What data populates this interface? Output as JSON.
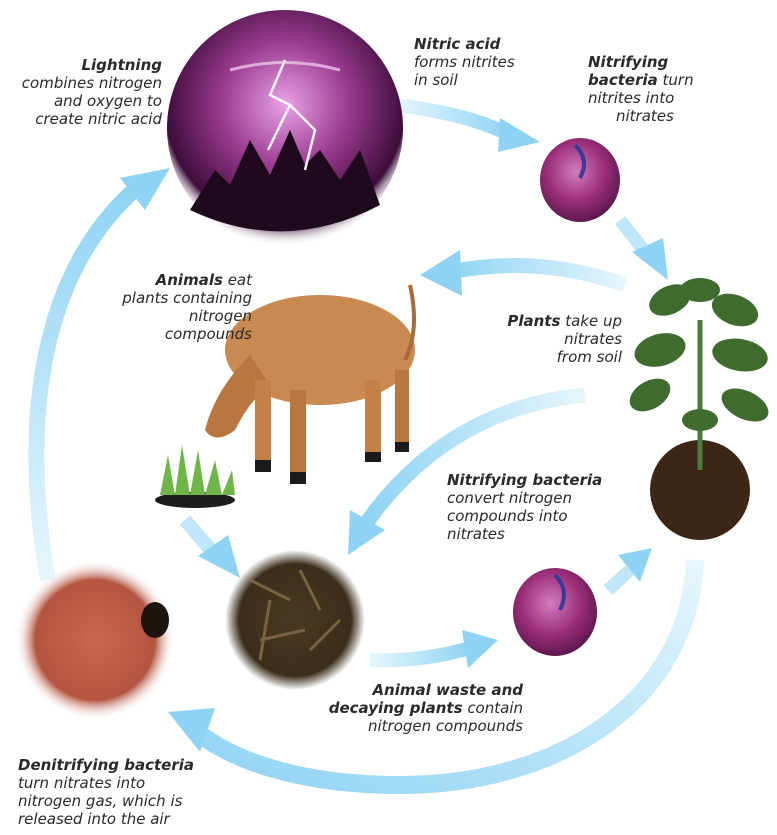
{
  "labels": {
    "lightning": {
      "bold": "Lightning",
      "lines": [
        "combines nitrogen",
        "and oxygen to",
        "create nitric acid"
      ]
    },
    "nitric_acid": {
      "bold": "Nitric acid",
      "lines": [
        "forms nitrites",
        "in soil"
      ]
    },
    "nitrifying_top": {
      "bold_lines": [
        "Nitrifying",
        "bacteria"
      ],
      "rest_inline": "turn",
      "lines": [
        "nitrites into",
        "nitrates"
      ]
    },
    "animals": {
      "bold": "Animals",
      "rest_inline": "eat",
      "lines": [
        "plants containing",
        "nitrogen",
        "compounds"
      ]
    },
    "plants": {
      "bold": "Plants",
      "rest_inline": "take up",
      "lines": [
        "nitrates",
        "from soil"
      ]
    },
    "nitrifying_bottom": {
      "bold": "Nitrifying bacteria",
      "lines": [
        "convert nitrogen",
        "compounds into",
        "nitrates"
      ]
    },
    "animal_waste": {
      "bold_lines": [
        "Animal waste and",
        "decaying plants"
      ],
      "rest_inline": "contain",
      "lines": [
        "nitrogen compounds"
      ]
    },
    "denitrifying": {
      "bold": "Denitrifying bacteria",
      "lines": [
        "turn nitrates into",
        "nitrogen gas, which is",
        "released into the air"
      ]
    }
  },
  "colors": {
    "arrow": "#8fd3f4",
    "arrow_fade": "#e6f6fd",
    "bacteria": "#a23a7e",
    "soil": "#5b3b26",
    "sky": "#7d2a72"
  }
}
